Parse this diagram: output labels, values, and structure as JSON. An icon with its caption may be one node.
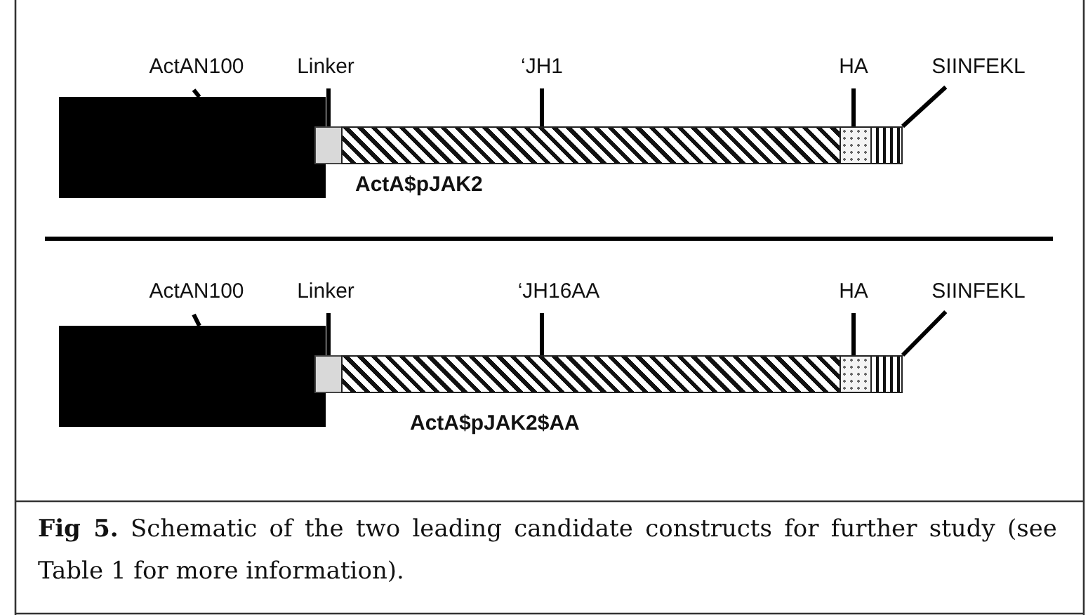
{
  "diagram": {
    "caption": "**Fig 5.** Schematic of the two leading candidate constructs for further study (see Table 1 for more information).",
    "nodes": [
      {
        "text": [
          "ActAN100"
        ]
      },
      {
        "text": [
          "Linker"
        ]
      },
      {
        "text": [
          "‘JH1"
        ]
      },
      {
        "text": [
          "HA"
        ]
      },
      {
        "text": [
          "SIINFEKL"
        ]
      },
      {
        "text": [],
        "shape": "box"
      },
      {
        "text": [],
        "shape": "box"
      },
      {
        "text": [],
        "shape": "box"
      },
      {
        "text": [],
        "shape": "box"
      },
      {
        "text": [],
        "shape": "box"
      },
      {
        "text": [
          "ActAN100"
        ]
      },
      {
        "text": [
          "Linker"
        ]
      },
      {
        "text": [
          "‘JH16AA"
        ]
      },
      {
        "text": [
          "HA"
        ]
      },
      {
        "text": [
          "SIINFEKL"
        ]
      },
      {
        "text": [],
        "shape": "box"
      },
      {
        "text": [],
        "shape": "box"
      },
      {
        "text": [],
        "shape": "box"
      },
      {
        "text": [],
        "shape": "box"
      },
      {
        "text": [],
        "shape": "box"
      }
    ],
    "edges": [
      {
        "from": 0,
        "to": 5,
        "arrow": "none"
      },
      {
        "from": 1,
        "to": 6,
        "arrow": "none"
      },
      {
        "from": 2,
        "to": 7,
        "arrow": "none"
      },
      {
        "from": 3,
        "to": 8,
        "arrow": "none"
      },
      {
        "from": 4,
        "to": 9,
        "arrow": "none"
      },
      {
        "from": 10,
        "to": 15,
        "arrow": "none"
      },
      {
        "from": 11,
        "to": 16,
        "arrow": "none"
      },
      {
        "from": 12,
        "to": 17,
        "arrow": "none"
      },
      {
        "from": 13,
        "to": 18,
        "arrow": "none"
      },
      {
        "from": 14,
        "to": 19,
        "arrow": "none"
      }
    ],
    "labels": [
      "ActA$pJAK2",
      "ActA$pJAK2$AA"
    ]
  }
}
